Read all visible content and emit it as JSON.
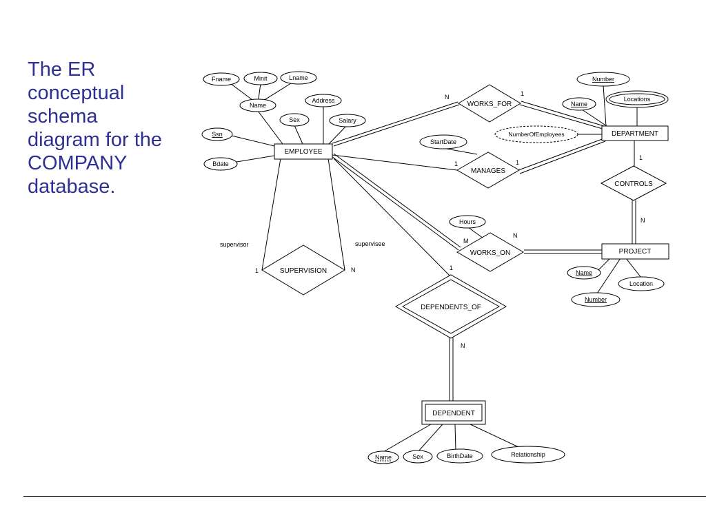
{
  "title_lines": [
    "The ER",
    "conceptual",
    "schema",
    "diagram for the",
    "COMPANY",
    "database."
  ],
  "diagram": {
    "entities": {
      "employee": "EMPLOYEE",
      "department": "DEPARTMENT",
      "project": "PROJECT",
      "dependent": "DEPENDENT"
    },
    "relationships": {
      "works_for": "WORKS_FOR",
      "manages": "MANAGES",
      "controls": "CONTROLS",
      "works_on": "WORKS_ON",
      "supervision": "SUPERVISION",
      "dependents_of": "DEPENDENTS_OF"
    },
    "attributes": {
      "fname": "Fname",
      "minit": "Minit",
      "lname": "Lname",
      "emp_name": "Name",
      "address": "Address",
      "sex": "Sex",
      "salary": "Salary",
      "ssn": "Ssn",
      "bdate": "Bdate",
      "start_date": "StartDate",
      "dept_number": "Number",
      "dept_name": "Name",
      "locations": "Locations",
      "number_of_employees": "NumberOfEmployees",
      "hours": "Hours",
      "proj_name": "Name",
      "proj_location": "Location",
      "proj_number": "Number",
      "dep_name": "Name",
      "dep_sex": "Sex",
      "birth_date": "BirthDate",
      "relationship": "Relationship"
    },
    "roles": {
      "supervisor": "supervisor",
      "supervisee": "supervisee"
    },
    "cardinalities": {
      "works_for_employee": "N",
      "works_for_department": "1",
      "manages_employee": "1",
      "manages_department": "1",
      "controls_department": "1",
      "controls_project": "N",
      "works_on_employee": "M",
      "works_on_project": "N",
      "supervision_supervisor": "1",
      "supervision_supervisee": "N",
      "dependents_of_employee": "1",
      "dependents_of_dependent": "N"
    }
  }
}
